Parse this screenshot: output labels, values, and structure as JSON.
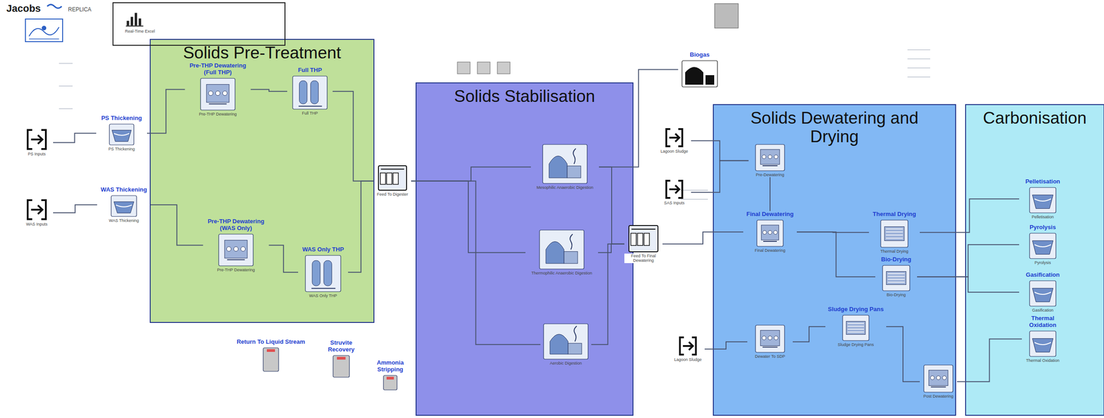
{
  "diagram": {
    "nodes": [
      {
        "text": [
          "PS Inputs"
        ]
      },
      {
        "text": [
          "PS Thickening",
          "PS Thickening"
        ]
      },
      {
        "text": [
          "WAS Inputs"
        ]
      },
      {
        "text": [
          "WAS Thickening",
          "WAS Thickening"
        ]
      },
      {
        "text": [
          "Solids Pre-Treatment"
        ]
      },
      {
        "text": [
          "Pre-THP Dewatering (Full THP)",
          "Pre-THP Dewatering"
        ],
        "in": 4
      },
      {
        "text": [
          "Full THP",
          "Full THP"
        ],
        "in": 4
      },
      {
        "text": [
          "Pre-THP Dewatering (WAS Only)",
          "Pre-THP Dewatering"
        ],
        "in": 4
      },
      {
        "text": [
          "WAS Only THP",
          "WAS Only THP"
        ],
        "in": 4
      },
      {
        "text": [
          "Feed To Digester"
        ]
      },
      {
        "text": [
          "Solids Stabilisation"
        ]
      },
      {
        "text": [
          "Mesophilic Anaerobic Digestion"
        ],
        "in": 10
      },
      {
        "text": [
          "Thermophilic Anaerobic Digestion"
        ],
        "in": 10
      },
      {
        "text": [
          "Aerobic Digestion"
        ],
        "in": 10
      },
      {
        "text": [
          "Feed To Final Dewatering"
        ]
      },
      {
        "text": [
          "Biogas"
        ]
      },
      {
        "text": [
          "Solids Dewatering and Drying"
        ]
      },
      {
        "text": [
          "Lagoon Sludge"
        ]
      },
      {
        "text": [
          "SAS Inputs"
        ]
      },
      {
        "text": [
          "Lagoon Sludge"
        ]
      },
      {
        "text": [
          "Pre-Dewatering"
        ],
        "in": 16
      },
      {
        "text": [
          "Final Dewatering",
          "Final Dewatering"
        ],
        "in": 16
      },
      {
        "text": [
          "Thermal Drying",
          "Thermal Drying"
        ],
        "in": 16
      },
      {
        "text": [
          "Bio-Drying",
          "Bio-Drying"
        ],
        "in": 16
      },
      {
        "text": [
          "Dewater To SDP"
        ],
        "in": 16
      },
      {
        "text": [
          "Sludge Drying Pans",
          "Sludge Drying Pans"
        ],
        "in": 16
      },
      {
        "text": [
          "Post Dewatering"
        ],
        "in": 16
      },
      {
        "text": [
          "Carbonisation"
        ]
      },
      {
        "text": [
          "Pelletisation",
          "Pelletisation"
        ],
        "in": 27
      },
      {
        "text": [
          "Pyrolysis",
          "Pyrolysis"
        ],
        "in": 27
      },
      {
        "text": [
          "Gasification",
          "Gasification"
        ],
        "in": 27
      },
      {
        "text": [
          "Thermal Oxidation",
          "Thermal Oxidation"
        ],
        "in": 27
      },
      {
        "text": [
          "Return To Liquid Stream"
        ]
      },
      {
        "text": [
          "Struvite Recovery"
        ]
      },
      {
        "text": [
          "Ammonia Stripping"
        ]
      },
      {
        "text": [
          "Real-Time Excel"
        ]
      }
    ],
    "edges": [
      {
        "from": 0,
        "to": 1,
        "arrow": "none"
      },
      {
        "from": 2,
        "to": 3,
        "arrow": "none"
      },
      {
        "from": 1,
        "to": 5,
        "arrow": "none"
      },
      {
        "from": 3,
        "to": 7,
        "arrow": "none"
      },
      {
        "from": 5,
        "to": 6,
        "arrow": "none"
      },
      {
        "from": 6,
        "to": 9,
        "arrow": "none"
      },
      {
        "from": 7,
        "to": 8,
        "arrow": "none"
      },
      {
        "from": 8,
        "to": 9,
        "arrow": "none"
      },
      {
        "from": 9,
        "to": 11,
        "arrow": "none"
      },
      {
        "from": 9,
        "to": 12,
        "arrow": "none"
      },
      {
        "from": 9,
        "to": 13,
        "arrow": "none"
      },
      {
        "from": 11,
        "to": 14,
        "arrow": "none"
      },
      {
        "from": 12,
        "to": 14,
        "arrow": "none"
      },
      {
        "from": 13,
        "to": 14,
        "arrow": "none"
      },
      {
        "from": 11,
        "to": 15,
        "arrow": "none"
      },
      {
        "from": 14,
        "to": 21,
        "arrow": "none"
      },
      {
        "from": 17,
        "to": 20,
        "arrow": "none"
      },
      {
        "from": 18,
        "to": 20,
        "arrow": "none"
      },
      {
        "from": 20,
        "to": 21,
        "arrow": "none"
      },
      {
        "from": 21,
        "to": 22,
        "arrow": "none"
      },
      {
        "from": 21,
        "to": 23,
        "arrow": "none"
      },
      {
        "from": 19,
        "to": 24,
        "arrow": "none"
      },
      {
        "from": 24,
        "to": 25,
        "arrow": "none"
      },
      {
        "from": 25,
        "to": 26,
        "arrow": "none"
      },
      {
        "from": 22,
        "to": 28,
        "arrow": "none"
      },
      {
        "from": 23,
        "to": 29,
        "arrow": "none"
      },
      {
        "from": 23,
        "to": 30,
        "arrow": "none"
      },
      {
        "from": 26,
        "to": 31,
        "arrow": "none"
      }
    ],
    "labels": [
      "Jacobs",
      "REPLICA"
    ]
  }
}
